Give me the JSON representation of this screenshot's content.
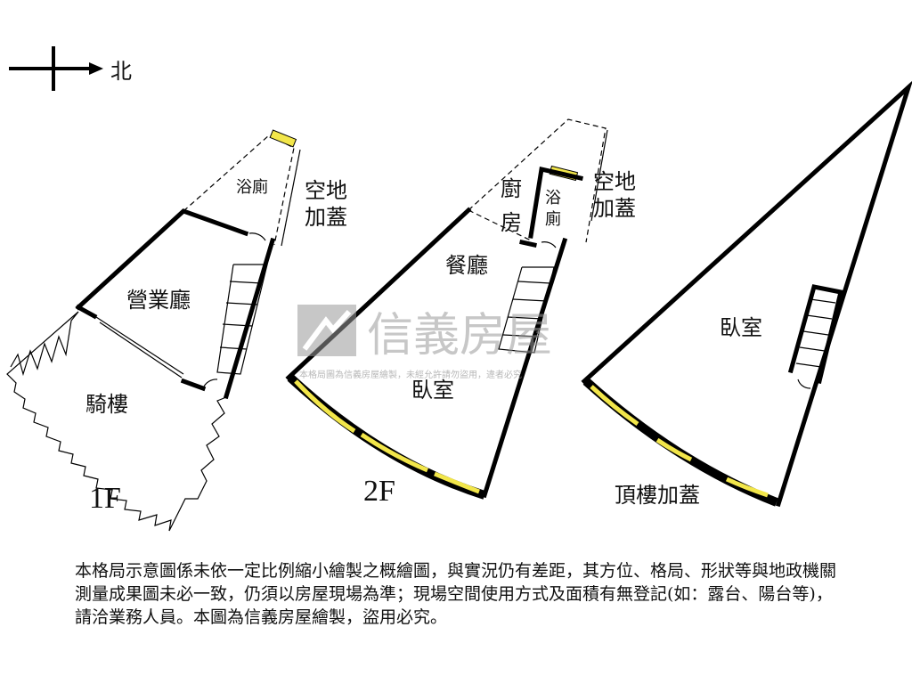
{
  "compass": {
    "north_label": "北"
  },
  "floors": {
    "f1": {
      "label": "1F",
      "rooms": {
        "bath": "浴廁",
        "open_space": "空地\n加蓋",
        "shop": "營業廳",
        "arcade": "騎樓"
      }
    },
    "f2": {
      "label": "2F",
      "rooms": {
        "kitchen": "廚\n房",
        "bath": "浴\n廁",
        "open_space": "空地\n加蓋",
        "dining": "餐廳",
        "bedroom": "臥室"
      }
    },
    "roof": {
      "label": "頂樓加蓋",
      "rooms": {
        "bedroom": "臥室"
      }
    }
  },
  "watermark": {
    "brand": "信義房屋",
    "notice": "本格局圖為信義房屋繪製，未經允許請勿盜用，違者必究"
  },
  "disclaimer": "本格局示意圖係未依一定比例縮小繪製之概繪圖，與實況仍有差距，其方位、格局、形狀等與地政機關測量成果圖未必一致，仍須以房屋現場為準；現場空間使用方式及面積有無登記(如：露台、陽台等)，請洽業務人員。本圖為信義房屋繪製，盜用必究。",
  "colors": {
    "window": "#f2e64a",
    "wall": "#000000",
    "watermark": "#9a9a9a"
  }
}
